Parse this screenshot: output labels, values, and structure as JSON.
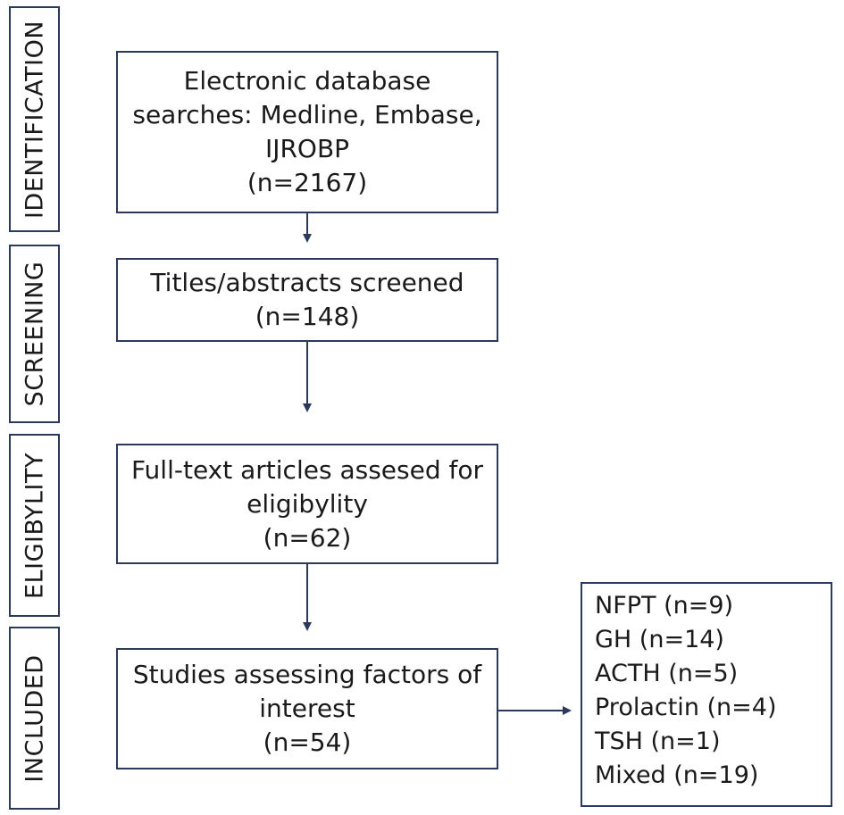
{
  "stages": [
    {
      "key": "identification",
      "label": "IDENTIFICATION"
    },
    {
      "key": "screening",
      "label": "SCREENING"
    },
    {
      "key": "eligibility",
      "label": "ELIGIBYLITY"
    },
    {
      "key": "included",
      "label": "INCLUDED"
    }
  ],
  "boxes": {
    "identification": {
      "lines": [
        "Electronic database",
        "searches: Medline, Embase,",
        "IJROBP",
        "(n=2167)"
      ]
    },
    "screening": {
      "lines": [
        "Titles/abstracts screened",
        "(n=148)"
      ]
    },
    "eligibility": {
      "lines": [
        "Full-text articles assesed for",
        "eligibylity",
        "(n=62)"
      ]
    },
    "included": {
      "lines": [
        "Studies assessing factors of",
        "interest",
        "(n=54)"
      ]
    }
  },
  "breakdown": {
    "lines": [
      "NFPT (n=9)",
      "GH (n=14)",
      "ACTH (n=5)",
      "Prolactin (n=4)",
      "TSH (n=1)",
      "Mixed (n=19)"
    ]
  }
}
